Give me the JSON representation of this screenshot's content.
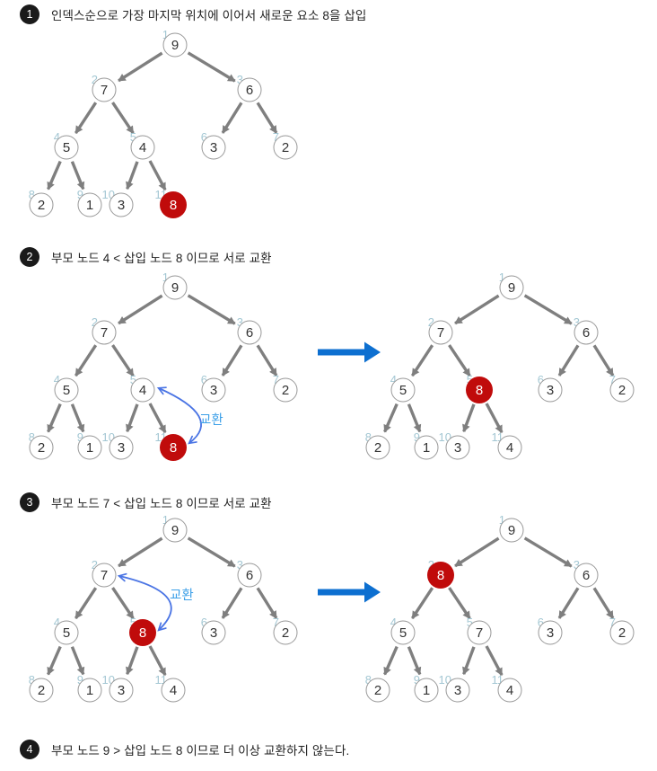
{
  "colors": {
    "badge_bg": "#1a1a1a",
    "badge_text": "#ffffff",
    "title_text": "#222222",
    "node_border": "#999999",
    "node_fill": "#ffffff",
    "node_text": "#333333",
    "node_red_fill": "#c00b0b",
    "node_red_text": "#ffffff",
    "index_label": "#a3c7d3",
    "edge_arrow": "#7f7f7f",
    "swap_arrow": "#4a74e4",
    "swap_label": "#3da0e8",
    "transition_arrow": "#0d6fd0"
  },
  "index_labels": [
    "1",
    "2",
    "3",
    "4",
    "5",
    "6",
    "7",
    "8",
    "9",
    "10",
    "11"
  ],
  "steps": [
    {
      "number": "1",
      "title": "인덱스순으로 가장 마지막 위치에 이어서 새로운 요소 8을 삽입",
      "has_transition_arrow": false,
      "trees": [
        {
          "values": [
            "9",
            "7",
            "6",
            "5",
            "4",
            "3",
            "2",
            "2",
            "1",
            "3",
            "8"
          ],
          "red_index": 11
        }
      ]
    },
    {
      "number": "2",
      "title": "부모 노드 4 < 삽입 노드 8 이므로 서로 교환",
      "has_transition_arrow": true,
      "trees": [
        {
          "values": [
            "9",
            "7",
            "6",
            "5",
            "4",
            "3",
            "2",
            "2",
            "1",
            "3",
            "8"
          ],
          "red_index": 11,
          "swap": {
            "from_index": 11,
            "to_index": 5,
            "label": "교환"
          }
        },
        {
          "values": [
            "9",
            "7",
            "6",
            "5",
            "8",
            "3",
            "2",
            "2",
            "1",
            "3",
            "4"
          ],
          "red_index": 5
        }
      ]
    },
    {
      "number": "3",
      "title": "부모 노드 7 < 삽입 노드 8 이므로 서로 교환",
      "has_transition_arrow": true,
      "trees": [
        {
          "values": [
            "9",
            "7",
            "6",
            "5",
            "8",
            "3",
            "2",
            "2",
            "1",
            "3",
            "4"
          ],
          "red_index": 5,
          "swap": {
            "from_index": 5,
            "to_index": 2,
            "label": "교환"
          }
        },
        {
          "values": [
            "9",
            "8",
            "6",
            "5",
            "7",
            "3",
            "2",
            "2",
            "1",
            "3",
            "4"
          ],
          "red_index": 2
        }
      ]
    },
    {
      "number": "4",
      "title": "부모 노드 9 > 삽입 노드 8 이므로 더 이상 교환하지 않는다.",
      "has_transition_arrow": false,
      "trees": []
    }
  ]
}
